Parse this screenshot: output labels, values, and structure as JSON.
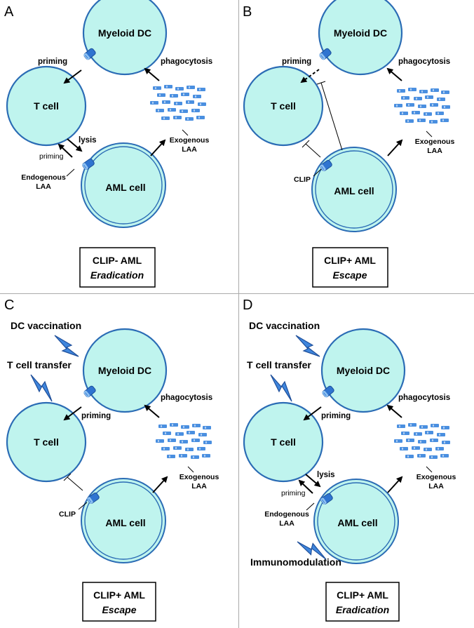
{
  "panels": {
    "A": {
      "letter": "A",
      "dc_label": "Myeloid DC",
      "tcell_label": "T cell",
      "aml_label": "AML cell",
      "priming_top": "priming",
      "phagocytosis": "phagocytosis",
      "lysis": "lysis",
      "priming_low": "priming",
      "exogenous_1": "Exogenous",
      "exogenous_2": "LAA",
      "endogenous_1": "Endogenous",
      "endogenous_2": "LAA",
      "box_title": "CLIP- AML",
      "box_subtitle": "Eradication"
    },
    "B": {
      "letter": "B",
      "dc_label": "Myeloid DC",
      "tcell_label": "T cell",
      "aml_label": "AML cell",
      "priming_top": "priming",
      "phagocytosis": "phagocytosis",
      "exogenous_1": "Exogenous",
      "exogenous_2": "LAA",
      "clip": "CLIP",
      "box_title": "CLIP+ AML",
      "box_subtitle": "Escape"
    },
    "C": {
      "letter": "C",
      "dc_vaccination": "DC vaccination",
      "tcell_transfer": "T cell transfer",
      "dc_label": "Myeloid DC",
      "tcell_label": "T cell",
      "aml_label": "AML cell",
      "priming_top": "priming",
      "phagocytosis": "phagocytosis",
      "exogenous_1": "Exogenous",
      "exogenous_2": "LAA",
      "clip": "CLIP",
      "box_title": "CLIP+ AML",
      "box_subtitle": "Escape"
    },
    "D": {
      "letter": "D",
      "dc_vaccination": "DC vaccination",
      "tcell_transfer": "T cell transfer",
      "dc_label": "Myeloid DC",
      "tcell_label": "T cell",
      "aml_label": "AML cell",
      "priming_top": "priming",
      "phagocytosis": "phagocytosis",
      "lysis": "lysis",
      "priming_low": "priming",
      "exogenous_1": "Exogenous",
      "exogenous_2": "LAA",
      "endogenous_1": "Endogenous",
      "endogenous_2": "LAA",
      "immunomodulation": "Immunomodulation",
      "box_title": "CLIP+ AML",
      "box_subtitle": "Eradication"
    }
  },
  "colors": {
    "cell_fill": "#bff4ee",
    "cell_stroke": "#2b6cb5",
    "receptor": "#2f74d0",
    "lightning": "#3f86dd"
  }
}
